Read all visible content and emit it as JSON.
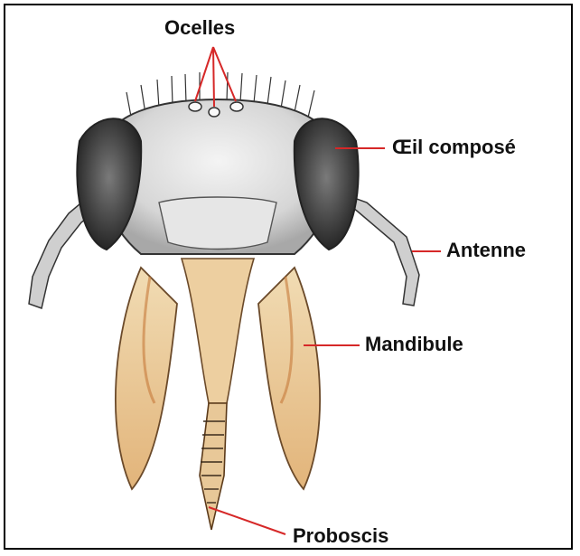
{
  "diagram": {
    "subject": "bee-head-frontal-view",
    "labels": {
      "ocelles": "Ocelles",
      "oeil": "Œil composé",
      "antenne": "Antenne",
      "mandibule": "Mandibule",
      "proboscis": "Proboscis"
    },
    "colors": {
      "leader_line": "#d62828",
      "head_fill": "#d9d9d9",
      "eye_fill": "#3a3a3a",
      "mouthpart_fill": "#eed3a6",
      "mouthpart_shade": "#c67a3a"
    }
  }
}
